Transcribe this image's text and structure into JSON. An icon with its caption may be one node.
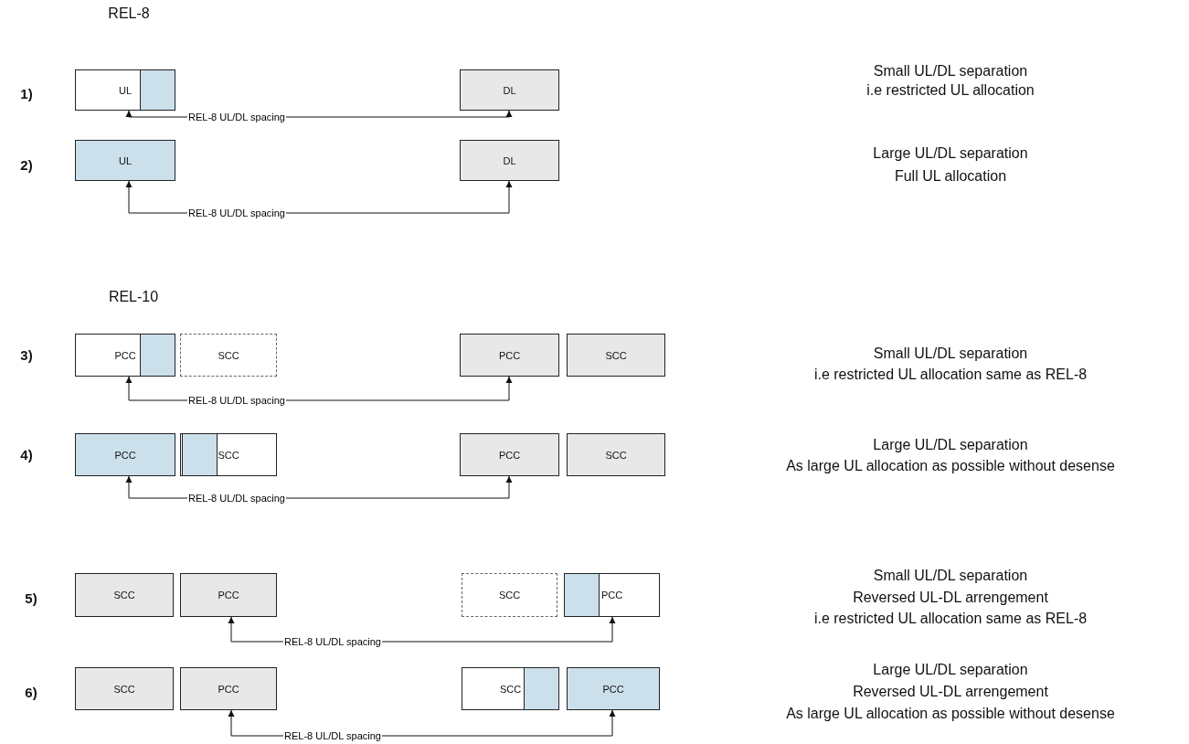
{
  "diagram": {
    "nodes": [
      {
        "text": [
          "UL"
        ]
      },
      {
        "text": [
          "DL"
        ]
      },
      {
        "text": [
          "UL"
        ]
      },
      {
        "text": [
          "DL"
        ]
      },
      {
        "text": [
          "PCC"
        ]
      },
      {
        "text": [
          "SCC"
        ]
      },
      {
        "text": [
          "PCC"
        ]
      },
      {
        "text": [
          "SCC"
        ]
      },
      {
        "text": [
          "PCC"
        ]
      },
      {
        "text": [
          "SCC"
        ]
      },
      {
        "text": [
          "PCC"
        ]
      },
      {
        "text": [
          "SCC"
        ]
      },
      {
        "text": [
          "SCC"
        ]
      },
      {
        "text": [
          "PCC"
        ]
      },
      {
        "text": [
          "SCC"
        ]
      },
      {
        "text": [
          "PCC"
        ]
      },
      {
        "text": [
          "SCC"
        ]
      },
      {
        "text": [
          "PCC"
        ]
      },
      {
        "text": [
          "SCC"
        ]
      },
      {
        "text": [
          "PCC"
        ]
      }
    ],
    "edges": [
      {
        "from": 0,
        "to": 1,
        "arrow": "both",
        "label": "REL-8 UL/DL spacing"
      },
      {
        "from": 2,
        "to": 3,
        "arrow": "both",
        "label": "REL-8 UL/DL spacing"
      },
      {
        "from": 4,
        "to": 6,
        "arrow": "both",
        "label": "REL-8 UL/DL spacing"
      },
      {
        "from": 8,
        "to": 10,
        "arrow": "both",
        "label": "REL-8 UL/DL spacing"
      },
      {
        "from": 13,
        "to": 15,
        "arrow": "both",
        "label": "REL-8 UL/DL spacing"
      },
      {
        "from": 17,
        "to": 19,
        "arrow": "both",
        "label": "REL-8 UL/DL spacing"
      }
    ],
    "labels": [
      "REL-8",
      "1)",
      "Small UL/DL separation",
      "i.e restricted UL allocation",
      "2)",
      "Large UL/DL separation",
      "Full UL allocation",
      "REL-10",
      "3)",
      "Small UL/DL separation",
      "i.e restricted UL allocation same as REL-8",
      "4)",
      "Large UL/DL separation",
      "As large UL allocation as possible without desense",
      "5)",
      "Small UL/DL separation",
      "Reversed UL-DL arrengement",
      "i.e restricted UL allocation same as REL-8",
      "6)",
      "Large UL/DL separation",
      "Reversed UL-DL arrengement",
      "As large UL allocation as possible without desense"
    ]
  }
}
